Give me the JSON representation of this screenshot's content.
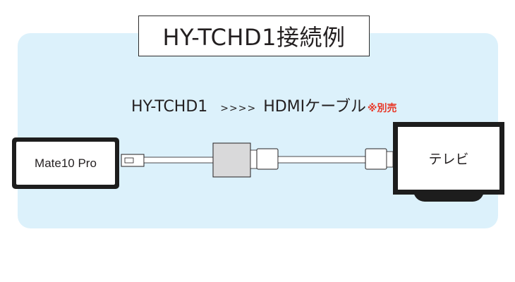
{
  "title": "HY-TCHD1接続例",
  "caption": {
    "adapter": "HY-TCHD1",
    "arrows": ">>>>",
    "cable": "HDMIケーブル",
    "note": "※別売"
  },
  "device": {
    "label": "Mate10 Pro"
  },
  "tv": {
    "label": "テレビ"
  },
  "colors": {
    "panel_bg": "#dcf1fb",
    "note_red": "#e83828",
    "adapter_gray": "#d9d9da",
    "device_black": "#1d1d1d"
  }
}
